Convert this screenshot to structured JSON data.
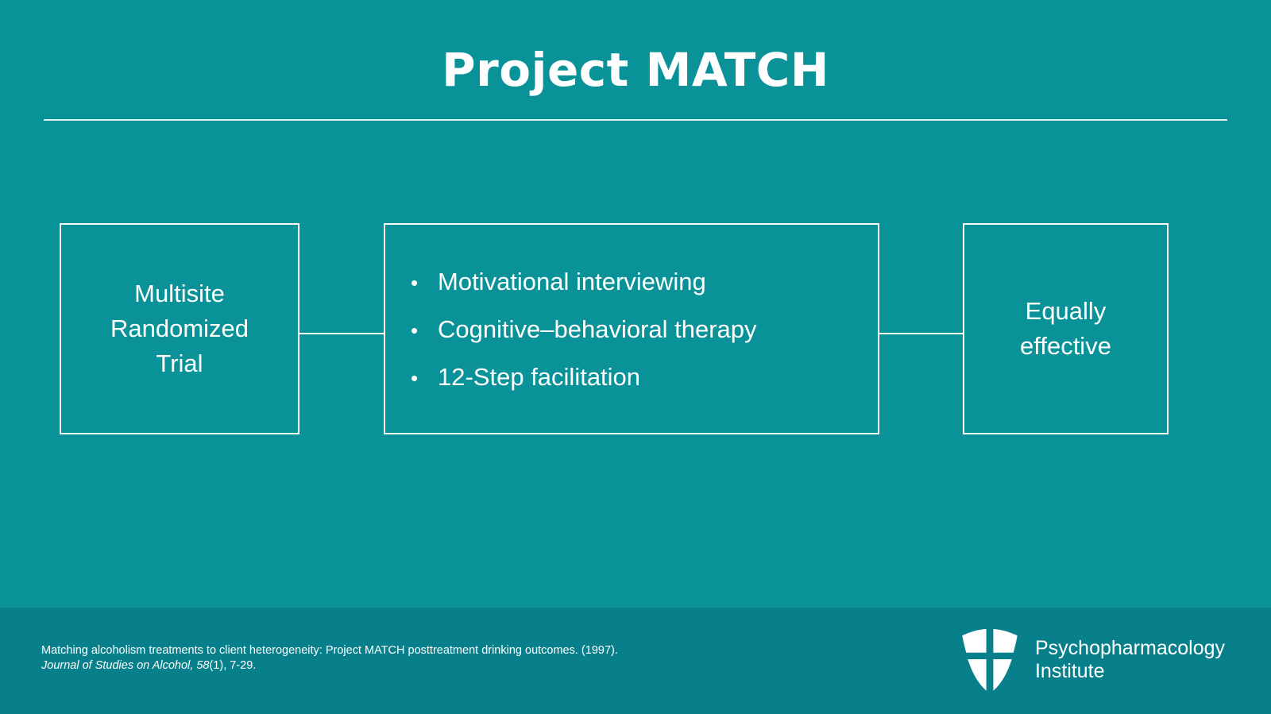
{
  "slide": {
    "title": "Project MATCH",
    "background_color": "#0a9299",
    "footer_color": "#07808c",
    "accent_color": "#ffffff"
  },
  "diagram": {
    "left_node": {
      "label": "Multisite\nRandomized\nTrial"
    },
    "middle_node": {
      "bullet_glyph": "•",
      "bullets": [
        "Motivational interviewing",
        "Cognitive–behavioral therapy",
        "12-Step facilitation"
      ]
    },
    "right_node": {
      "label": "Equally\neffective"
    }
  },
  "footer": {
    "citation_line_1": "Matching alcoholism treatments to client heterogeneity: Project MATCH posttreatment drinking outcomes. (1997).",
    "citation_journal": "Journal of Studies on Alcohol, 58",
    "citation_tail": "(1), 7-29.",
    "logo_text": "Psychopharmacology\nInstitute"
  }
}
